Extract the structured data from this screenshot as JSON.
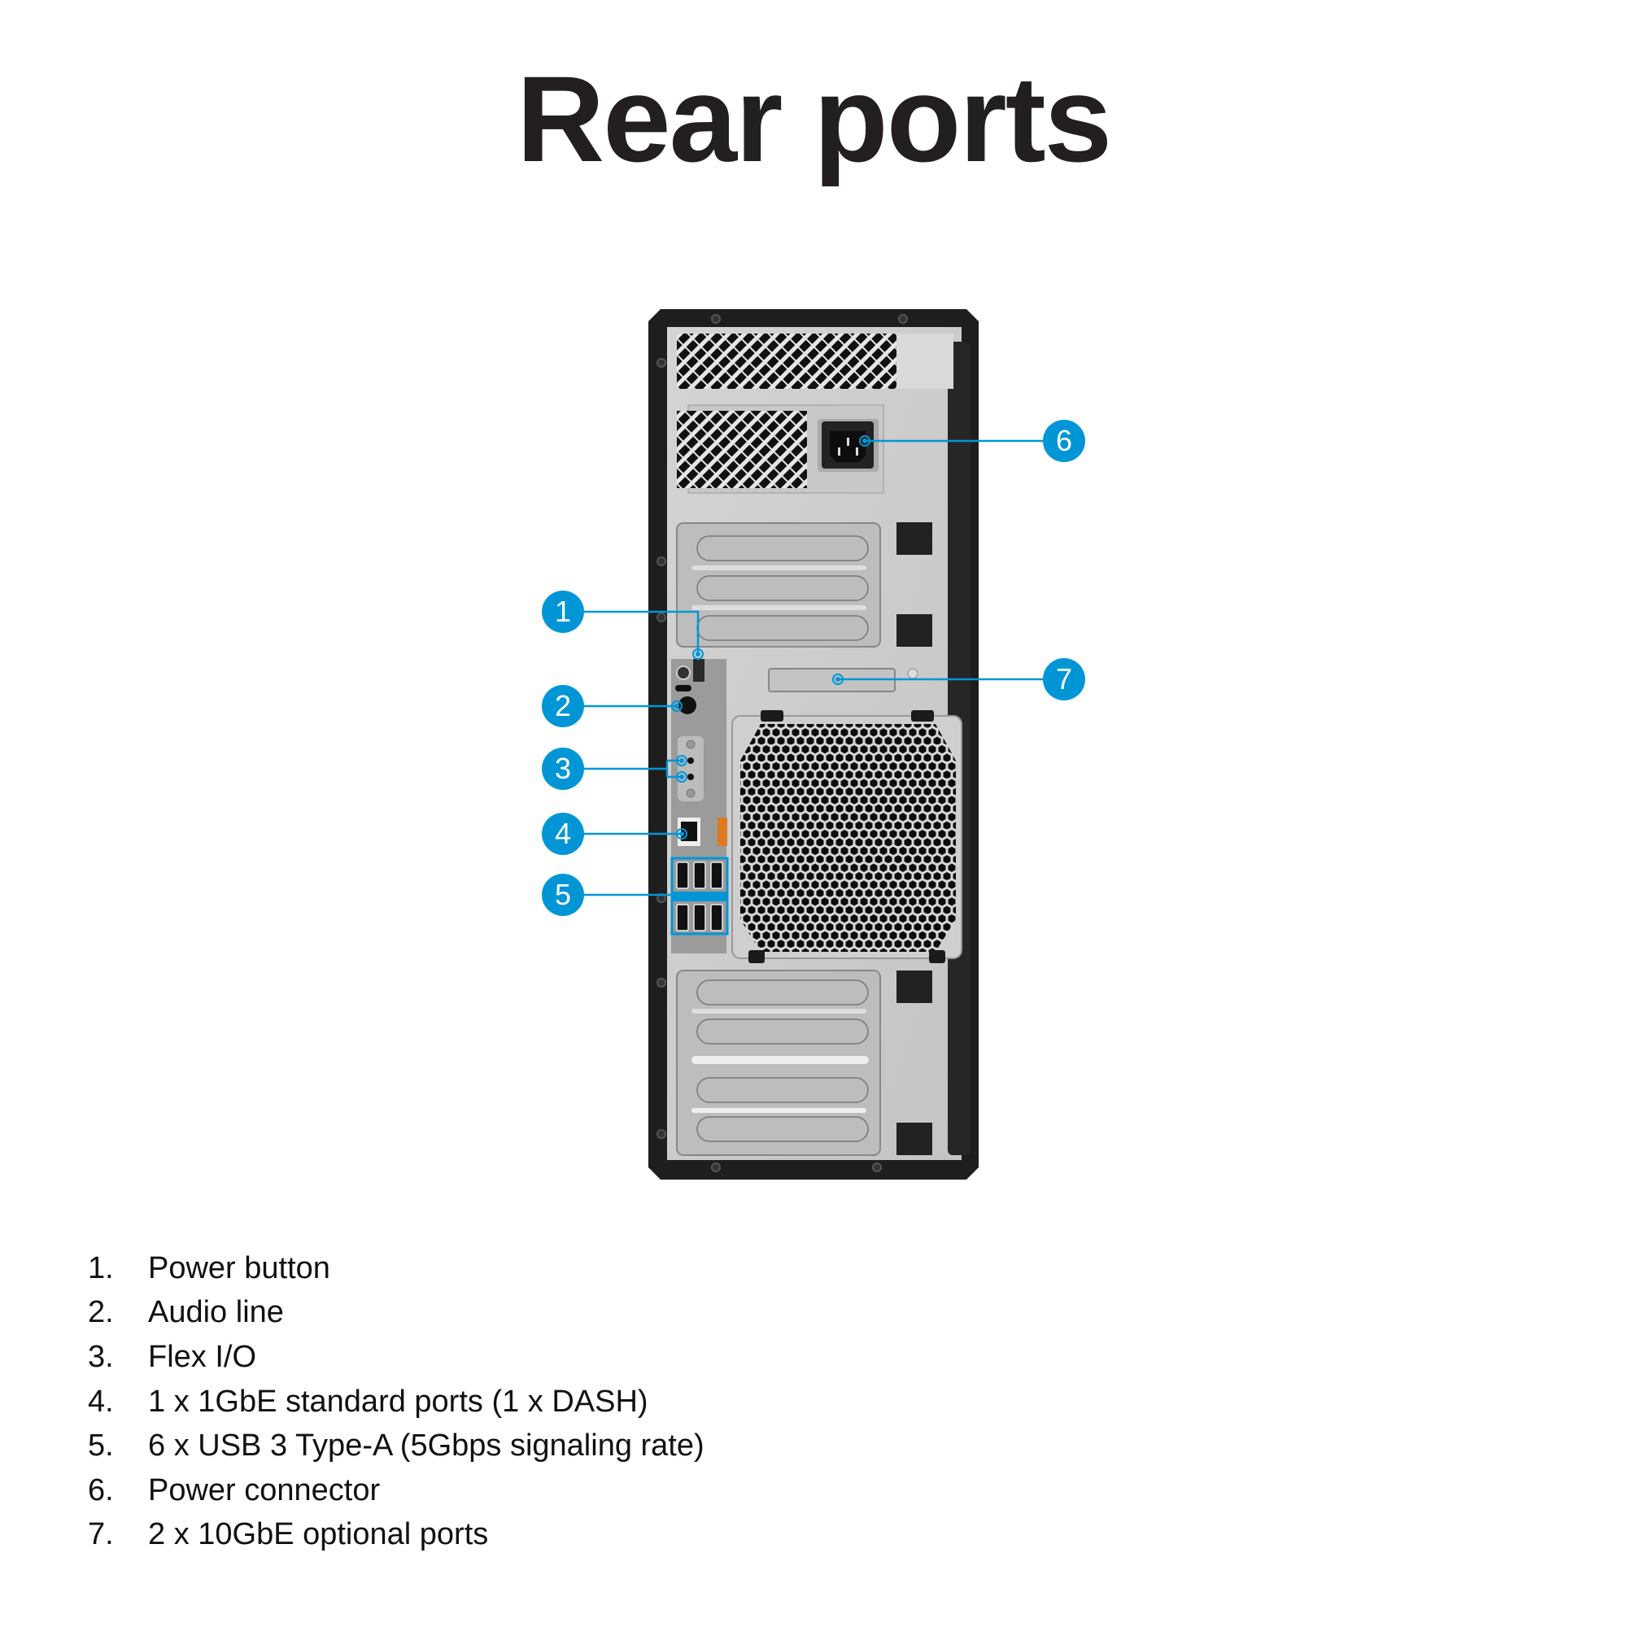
{
  "title": "Rear ports",
  "accent_color": "#0096d6",
  "callouts": [
    {
      "number": "1",
      "label": "Power button"
    },
    {
      "number": "2",
      "label": "Audio line"
    },
    {
      "number": "3",
      "label": "Flex I/O"
    },
    {
      "number": "4",
      "label": "1 x 1GbE standard ports (1 x DASH)"
    },
    {
      "number": "5",
      "label": "6 x USB 3 Type-A (5Gbps signaling rate)"
    },
    {
      "number": "6",
      "label": "Power connector"
    },
    {
      "number": "7",
      "label": "2 x 10GbE optional ports"
    }
  ],
  "legend": [
    {
      "number": "1.",
      "label": "Power button"
    },
    {
      "number": "2.",
      "label": "Audio line"
    },
    {
      "number": "3.",
      "label": "Flex I/O"
    },
    {
      "number": "4.",
      "label": "1 x 1GbE standard ports (1 x DASH)"
    },
    {
      "number": "5.",
      "label": "6 x USB 3 Type-A (5Gbps signaling rate)"
    },
    {
      "number": "6.",
      "label": "Power connector"
    },
    {
      "number": "7.",
      "label": "2 x 10GbE optional ports"
    }
  ]
}
